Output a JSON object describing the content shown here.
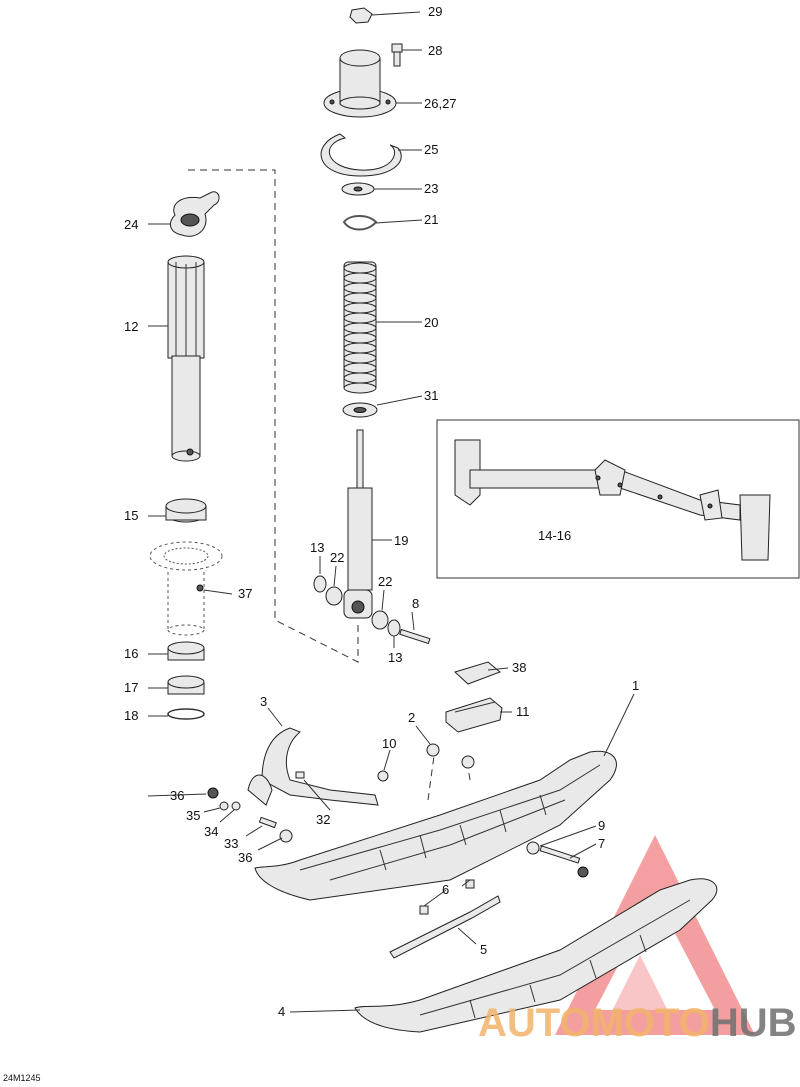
{
  "diagram_code": "24M1245",
  "callouts": {
    "c29": "29",
    "c28": "28",
    "c2627": "26,27",
    "c25": "25",
    "c23": "23",
    "c21": "21",
    "c20": "20",
    "c24": "24",
    "c12": "12",
    "c31": "31",
    "c1416": "14-16",
    "c19": "19",
    "c15": "15",
    "c13a": "13",
    "c22a": "22",
    "c37": "37",
    "c22b": "22",
    "c8": "8",
    "c13b": "13",
    "c16": "16",
    "c38": "38",
    "c17": "17",
    "c11": "11",
    "c18": "18",
    "c1": "1",
    "c3": "3",
    "c2": "2",
    "c10": "10",
    "c36a": "36",
    "c35": "35",
    "c32": "32",
    "c34": "34",
    "c9": "9",
    "c33": "33",
    "c7": "7",
    "c36b": "36",
    "c6": "6",
    "c5": "5",
    "c4": "4"
  },
  "watermark": {
    "part1": "AUTOMOTO",
    "part2": "HUB",
    "color1": "#f2b36b",
    "color2": "#6f6f6f",
    "logo_color": "#f08080"
  }
}
